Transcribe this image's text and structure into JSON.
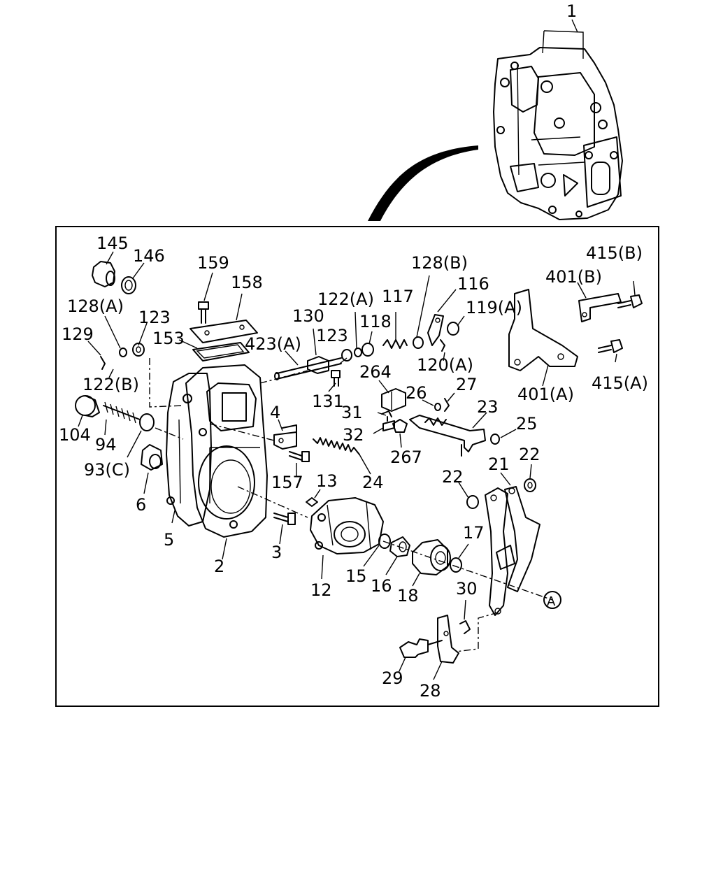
{
  "labels": {
    "p1": "1",
    "p145": "145",
    "p146": "146",
    "p159": "159",
    "p158": "158",
    "p128b": "128(B)",
    "p116": "116",
    "p415b": "415(B)",
    "p401b": "401(B)",
    "p128a": "128(A)",
    "p123a": "123",
    "p122a": "122(A)",
    "p117": "117",
    "p119a": "119(A)",
    "p129": "129",
    "p153": "153",
    "p130": "130",
    "p118": "118",
    "p423a": "423(A)",
    "p123b": "123",
    "p120a": "120(A)",
    "p415a": "415(A)",
    "p122b": "122(B)",
    "p264": "264",
    "p401a": "401(A)",
    "p131": "131",
    "p26": "26",
    "p27": "27",
    "p31": "31",
    "p23": "23",
    "p104": "104",
    "p94": "94",
    "p4": "4",
    "p25": "25",
    "p32": "32",
    "p267": "267",
    "p93c": "93(C)",
    "p21": "21",
    "p22a": "22",
    "p22b": "22",
    "p157": "157",
    "p13": "13",
    "p24": "24",
    "p6": "6",
    "p17": "17",
    "p5": "5",
    "p3": "3",
    "p2": "2",
    "p15": "15",
    "p16": "16",
    "p18": "18",
    "p12": "12",
    "p30": "30",
    "pA": "A",
    "p29": "29",
    "p28": "28"
  }
}
